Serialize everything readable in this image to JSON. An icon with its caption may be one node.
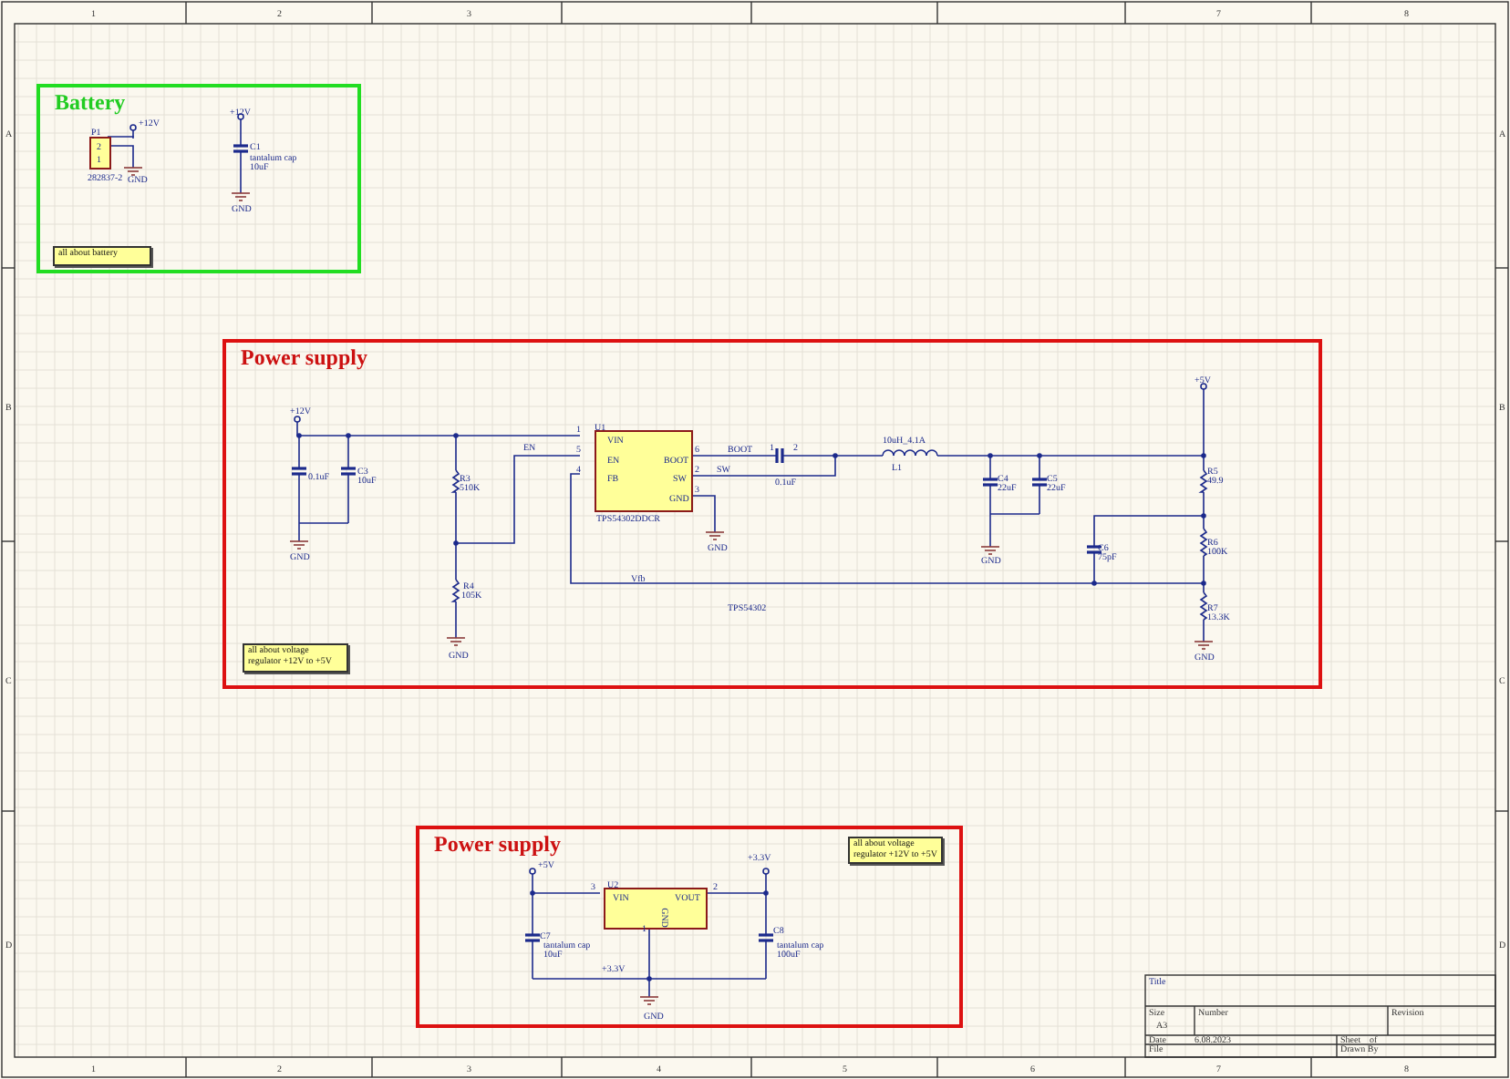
{
  "diagram": {
    "nodes": [
      {
        "text": [
          "Battery"
        ]
      },
      {
        "text": [
          "all about battery"
        ],
        "in": 0
      },
      {
        "text": [
          "2",
          "1"
        ],
        "beside": [
          "P1",
          "282837-2"
        ],
        "in": 0
      },
      {
        "text": [
          "Power supply"
        ]
      },
      {
        "text": [
          "all about voltage regulator +12V to +5V"
        ],
        "in": 3
      },
      {
        "text": [
          "VIN",
          "EN",
          "FB",
          "BOOT",
          "SW",
          "GND"
        ],
        "beside": [
          "U1",
          "TPS54302DDCR"
        ],
        "in": 3
      },
      {
        "text": [
          "Power supply"
        ]
      },
      {
        "text": [
          "VIN",
          "VOUT",
          "GND"
        ],
        "beside": [
          "U2"
        ],
        "in": 6
      },
      {
        "text": [
          "all about voltage regulator +12V to +5V"
        ],
        "in": 6
      }
    ],
    "labels": [
      "1",
      "2",
      "3",
      "7",
      "8",
      "A",
      "B",
      "C",
      "D",
      "A",
      "B",
      "C",
      "D",
      "+12V",
      "GND",
      "+12V",
      "C1",
      "tantalum cap",
      "10uF",
      "GND",
      "+12V",
      "0.1uF",
      "C3",
      "10uF",
      "GND",
      "R3",
      "510K",
      "R4",
      "105K",
      "GND",
      "EN",
      "1",
      "5",
      "4",
      "6",
      "2",
      "3",
      "BOOT",
      "SW",
      "GND",
      "Vfb",
      "TPS54302",
      "1",
      "2",
      "0.1uF",
      "10uH_4.1A",
      "L1",
      "C4",
      "22uF",
      "C5",
      "22uF",
      "GND",
      "+5V",
      "R5",
      "49.9",
      "R6",
      "100K",
      "C6",
      "75pF",
      "R7",
      "13.3K",
      "GND",
      "+5V",
      "+3.3V",
      "3",
      "2",
      "1",
      "C7",
      "tantalum cap",
      "10uF",
      "C8",
      "tantalum cap",
      "100uF",
      "+3.3V",
      "GND",
      "Title",
      "Size",
      "A3",
      "Number",
      "Revision",
      "Date",
      "6.08.2023",
      "Sheet",
      "of",
      "File",
      "Drawn By",
      "1",
      "2",
      "3",
      "4",
      "5",
      "6",
      "7",
      "8"
    ]
  }
}
